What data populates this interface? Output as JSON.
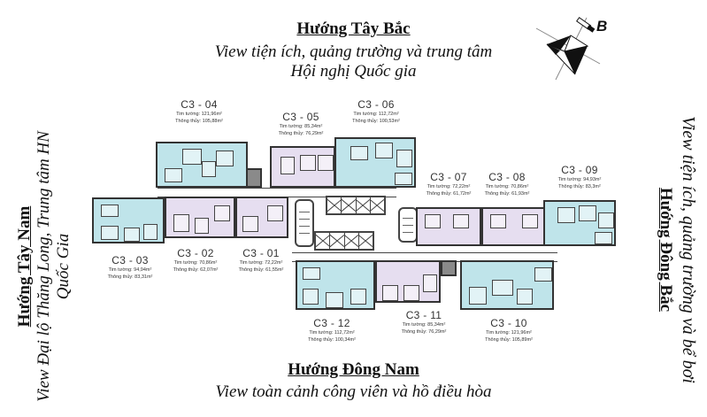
{
  "directions": {
    "northwest": {
      "title": "Hướng Tây Bắc",
      "lines": [
        "View tiện ích, quảng trường và trung tâm",
        "Hội nghị Quốc gia"
      ]
    },
    "southeast": {
      "title": "Hướng Đông Nam",
      "lines": [
        "View toàn cảnh công viên và hồ điều hòa"
      ]
    },
    "southwest": {
      "title": "Hướng Tây Nam",
      "lines": [
        "View Đại lộ Thăng Long, Trung tâm HN",
        "Quốc Gia"
      ]
    },
    "northeast": {
      "title": "Hướng Đông Bắc",
      "lines": [
        "View tiện ích, quảng trường và bể bơi"
      ]
    }
  },
  "compass": {
    "label": "B",
    "icon": "compass-north-icon"
  },
  "colors": {
    "unit_blue": "#bfe4ea",
    "unit_purple": "#e6def0",
    "wall": "#333333"
  },
  "units": [
    {
      "code": "C3 - 04",
      "tim_tuong": "Tim tường: 121,96m²",
      "thong_thuy": "Thông thủy: 105,88m²"
    },
    {
      "code": "C3 - 05",
      "tim_tuong": "Tim tường: 85,34m²",
      "thong_thuy": "Thông thủy: 76,29m²"
    },
    {
      "code": "C3 - 06",
      "tim_tuong": "Tim tường: 112,72m²",
      "thong_thuy": "Thông thủy: 100,53m²"
    },
    {
      "code": "C3 - 07",
      "tim_tuong": "Tim tường: 72,22m²",
      "thong_thuy": "Thông thủy: 61,72m²"
    },
    {
      "code": "C3 - 08",
      "tim_tuong": "Tim tường: 70,86m²",
      "thong_thuy": "Thông thủy: 61,93m²"
    },
    {
      "code": "C3 - 09",
      "tim_tuong": "Tim tường: 94,93m²",
      "thong_thuy": "Thông thủy: 83,3m²"
    },
    {
      "code": "C3 - 03",
      "tim_tuong": "Tim tường: 94,94m²",
      "thong_thuy": "Thông thủy: 83,31m²"
    },
    {
      "code": "C3 - 02",
      "tim_tuong": "Tim tường: 70,86m²",
      "thong_thuy": "Thông thủy: 62,07m²"
    },
    {
      "code": "C3 - 01",
      "tim_tuong": "Tim tường: 72,22m²",
      "thong_thuy": "Thông thủy: 61,55m²"
    },
    {
      "code": "C3 - 12",
      "tim_tuong": "Tim tường: 112,72m²",
      "thong_thuy": "Thông thủy: 100,34m²"
    },
    {
      "code": "C3 - 11",
      "tim_tuong": "Tim tường: 85,34m²",
      "thong_thuy": "Thông thủy: 76,29m²"
    },
    {
      "code": "C3 - 10",
      "tim_tuong": "Tim tường: 121,96m²",
      "thong_thuy": "Thông thủy: 105,89m²"
    }
  ]
}
